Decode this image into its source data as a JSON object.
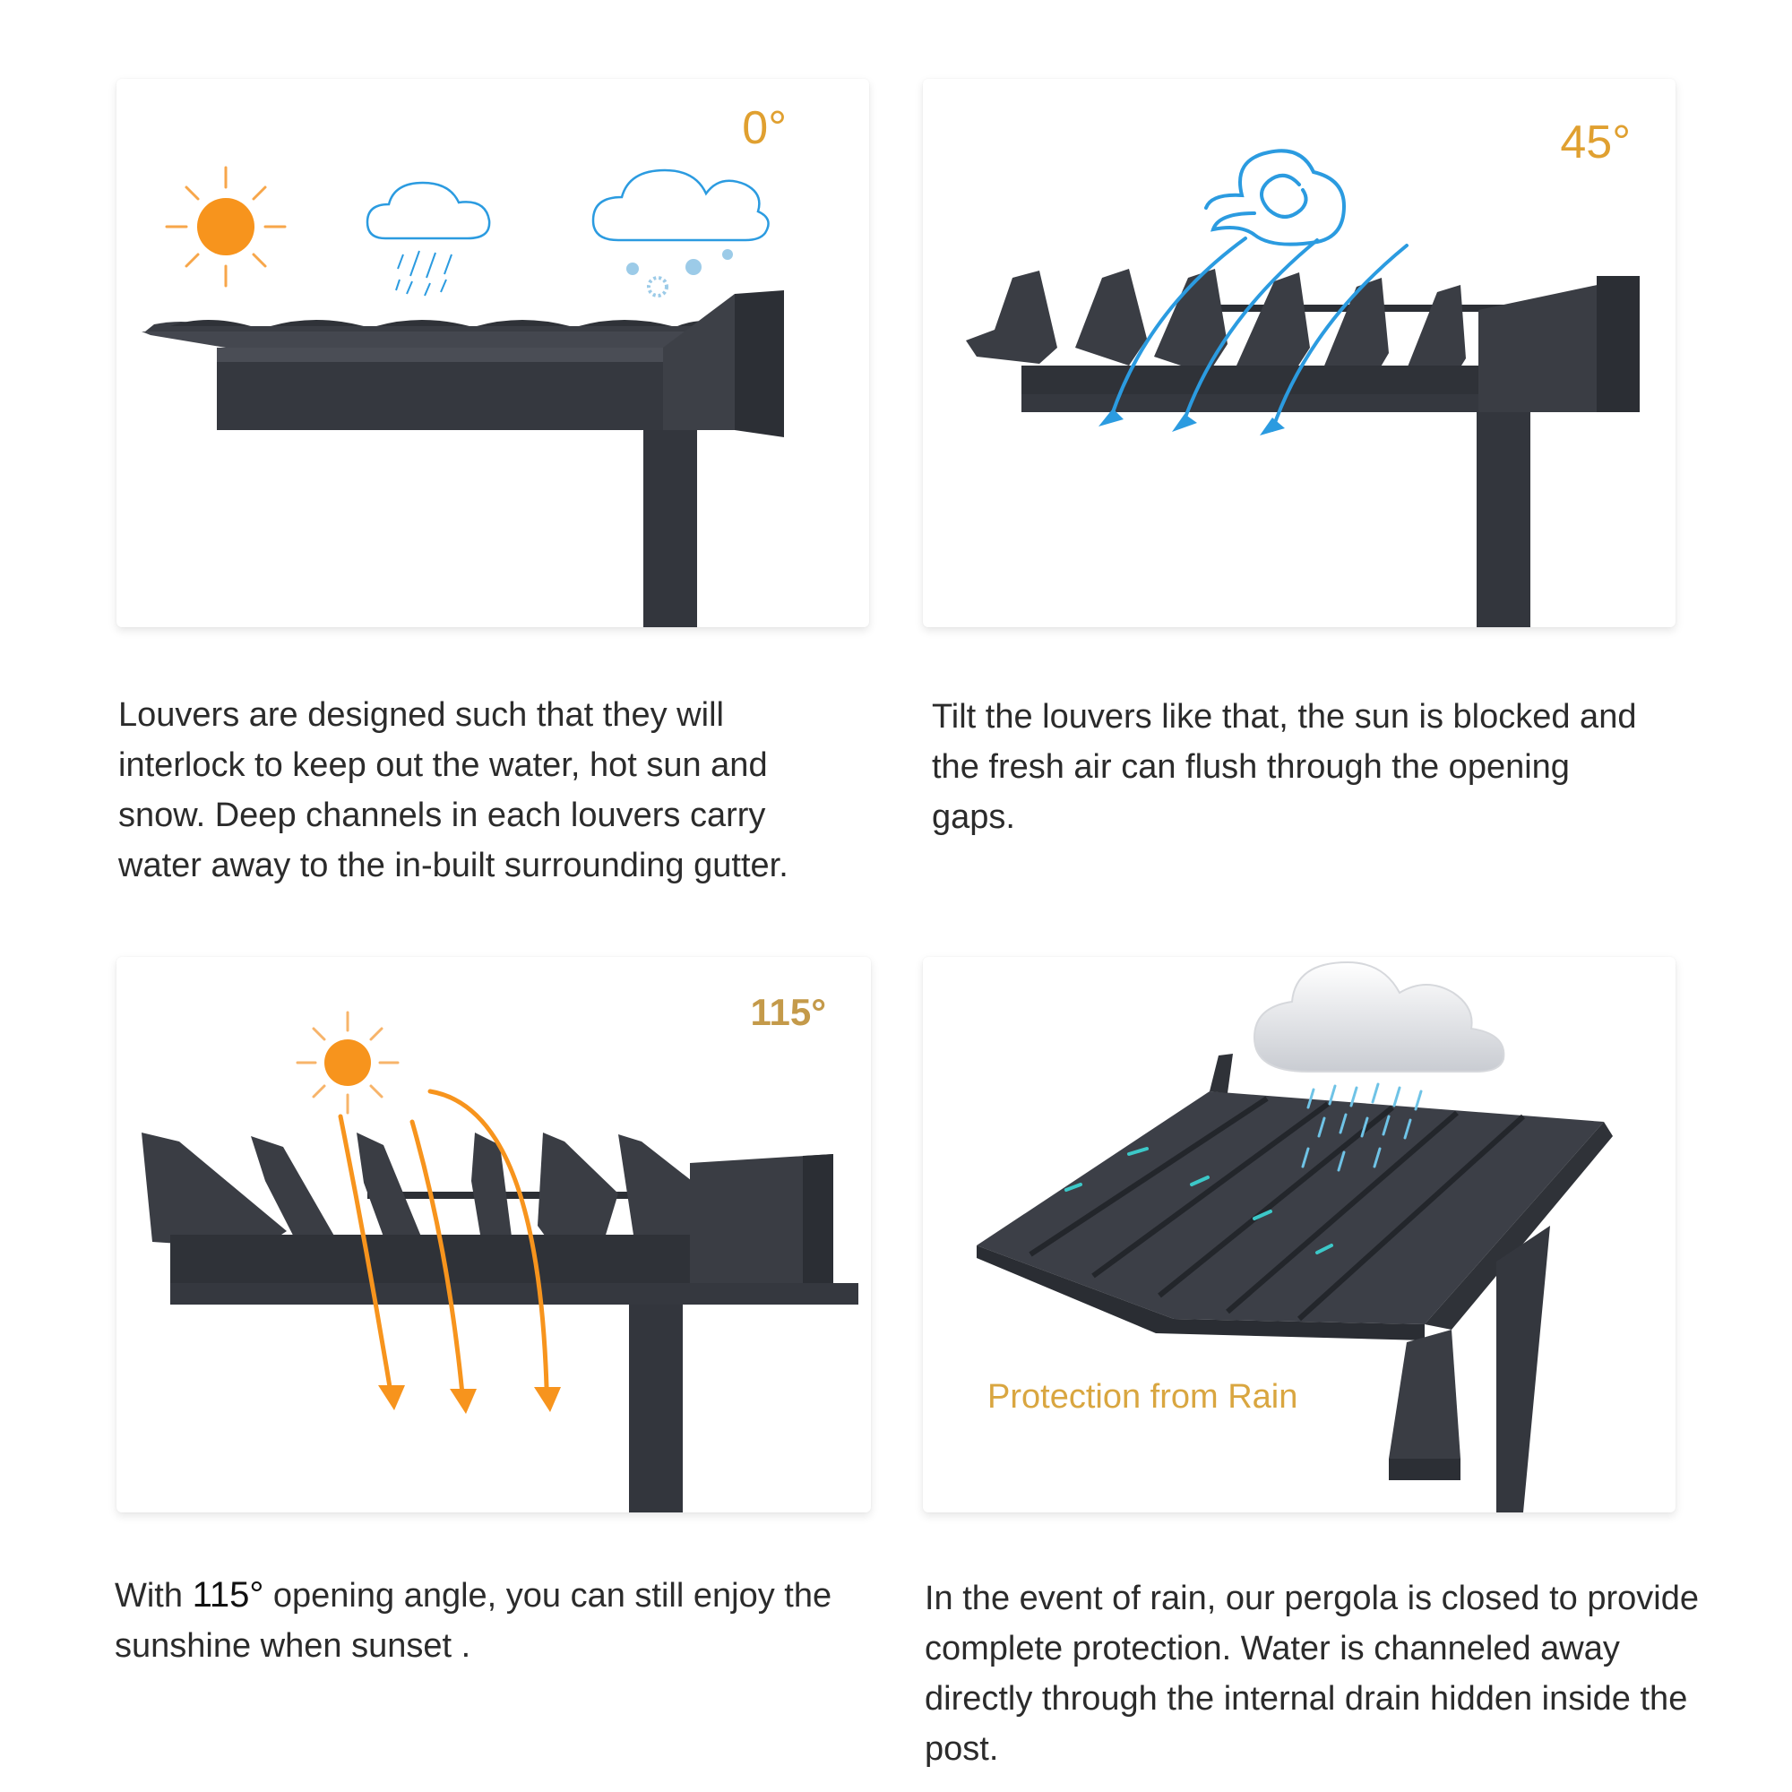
{
  "panels": [
    {
      "angle": "0°",
      "description": "Louvers are designed such that they will interlock to keep out the water, hot sun and snow. Deep channels in each louvers carry water away to the in-built surrounding gutter."
    },
    {
      "angle": "45°",
      "description": "Tilt the louvers like that, the sun is blocked and the fresh air can flush through the opening gaps."
    },
    {
      "angle": "115°",
      "description_prefix": "With",
      "description_angle": "115°",
      "description_suffix": "opening angle, you can still enjoy the sunshine when sunset ."
    },
    {
      "label": "Protection from Rain",
      "description": "In the event of rain, our pergola is closed to provide complete protection. Water is channeled away directly through the internal drain hidden inside the post."
    }
  ],
  "colors": {
    "frame": "#3a3d44",
    "accent_angle": "#e0a030",
    "sun": "#f7941d",
    "air": "#2b9be0",
    "label_gold": "#d9a640"
  },
  "icons": [
    "sun-icon",
    "rain-cloud-icon",
    "snow-cloud-icon",
    "wind-cloud-icon",
    "rain-cloud-icon"
  ]
}
